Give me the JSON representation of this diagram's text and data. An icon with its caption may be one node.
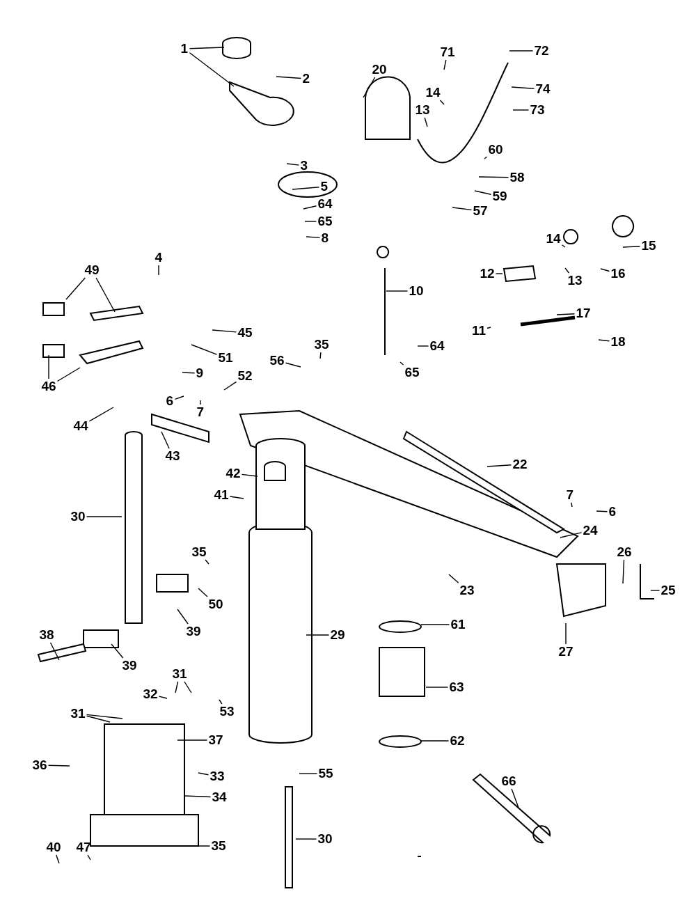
{
  "diagram": {
    "nodes": [
      {
        "text": [
          "1"
        ]
      },
      {
        "text": [
          "2"
        ]
      },
      {
        "text": [
          "20"
        ]
      },
      {
        "text": [
          "71"
        ]
      },
      {
        "text": [
          "72"
        ]
      },
      {
        "text": [
          "14"
        ]
      },
      {
        "text": [
          "74"
        ]
      },
      {
        "text": [
          "13"
        ]
      },
      {
        "text": [
          "73"
        ]
      },
      {
        "text": [
          "3"
        ]
      },
      {
        "text": [
          "5"
        ]
      },
      {
        "text": [
          "60"
        ]
      },
      {
        "text": [
          "58"
        ]
      },
      {
        "text": [
          "64"
        ]
      },
      {
        "text": [
          "59"
        ]
      },
      {
        "text": [
          "65"
        ]
      },
      {
        "text": [
          "8"
        ]
      },
      {
        "text": [
          "57"
        ]
      },
      {
        "text": [
          "4"
        ]
      },
      {
        "text": [
          "14"
        ]
      },
      {
        "text": [
          "15"
        ]
      },
      {
        "text": [
          "49"
        ]
      },
      {
        "text": [
          "10"
        ]
      },
      {
        "text": [
          "12"
        ]
      },
      {
        "text": [
          "13"
        ]
      },
      {
        "text": [
          "16"
        ]
      },
      {
        "text": [
          "17"
        ]
      },
      {
        "text": [
          "45"
        ]
      },
      {
        "text": [
          "11"
        ]
      },
      {
        "text": [
          "18"
        ]
      },
      {
        "text": [
          "35"
        ]
      },
      {
        "text": [
          "64"
        ]
      },
      {
        "text": [
          "51"
        ]
      },
      {
        "text": [
          "56"
        ]
      },
      {
        "text": [
          "46"
        ]
      },
      {
        "text": [
          "9"
        ]
      },
      {
        "text": [
          "65"
        ]
      },
      {
        "text": [
          "52"
        ]
      },
      {
        "text": [
          "6"
        ]
      },
      {
        "text": [
          "7"
        ]
      },
      {
        "text": [
          "44"
        ]
      },
      {
        "text": [
          "43"
        ]
      },
      {
        "text": [
          "22"
        ]
      },
      {
        "text": [
          "42"
        ]
      },
      {
        "text": [
          "41"
        ]
      },
      {
        "text": [
          "7"
        ]
      },
      {
        "text": [
          "6"
        ]
      },
      {
        "text": [
          "30"
        ]
      },
      {
        "text": [
          "24"
        ]
      },
      {
        "text": [
          "35"
        ]
      },
      {
        "text": [
          "26"
        ]
      },
      {
        "text": [
          "23"
        ]
      },
      {
        "text": [
          "25"
        ]
      },
      {
        "text": [
          "50"
        ]
      },
      {
        "text": [
          "39"
        ]
      },
      {
        "text": [
          "29"
        ]
      },
      {
        "text": [
          "27"
        ]
      },
      {
        "text": [
          "61"
        ]
      },
      {
        "text": [
          "38"
        ]
      },
      {
        "text": [
          "39"
        ]
      },
      {
        "text": [
          "31"
        ]
      },
      {
        "text": [
          "63"
        ]
      },
      {
        "text": [
          "32"
        ]
      },
      {
        "text": [
          "53"
        ]
      },
      {
        "text": [
          "31"
        ]
      },
      {
        "text": [
          "37"
        ]
      },
      {
        "text": [
          "62"
        ]
      },
      {
        "text": [
          "36"
        ]
      },
      {
        "text": [
          "55"
        ]
      },
      {
        "text": [
          "33"
        ]
      },
      {
        "text": [
          "66"
        ]
      },
      {
        "text": [
          "34"
        ]
      },
      {
        "text": [
          "35"
        ]
      },
      {
        "text": [
          "30"
        ]
      },
      {
        "text": [
          "40"
        ]
      },
      {
        "text": [
          "47"
        ]
      }
    ],
    "edges": [
      {
        "from": 0,
        "to": null,
        "arrow": "none"
      },
      {
        "from": 0,
        "to": null,
        "arrow": "none"
      },
      {
        "from": 1,
        "to": null,
        "arrow": "none"
      },
      {
        "from": 2,
        "to": null,
        "arrow": "none"
      },
      {
        "from": 3,
        "to": null,
        "arrow": "none"
      },
      {
        "from": 4,
        "to": null,
        "arrow": "none"
      },
      {
        "from": 5,
        "to": null,
        "arrow": "none"
      },
      {
        "from": 6,
        "to": null,
        "arrow": "none"
      },
      {
        "from": 7,
        "to": null,
        "arrow": "none"
      },
      {
        "from": 8,
        "to": null,
        "arrow": "none"
      },
      {
        "from": 9,
        "to": null,
        "arrow": "none"
      },
      {
        "from": 10,
        "to": null,
        "arrow": "none"
      },
      {
        "from": 11,
        "to": null,
        "arrow": "none"
      },
      {
        "from": 12,
        "to": null,
        "arrow": "none"
      },
      {
        "from": 13,
        "to": null,
        "arrow": "none"
      },
      {
        "from": 14,
        "to": null,
        "arrow": "none"
      },
      {
        "from": 15,
        "to": null,
        "arrow": "none"
      },
      {
        "from": 16,
        "to": null,
        "arrow": "none"
      },
      {
        "from": 17,
        "to": null,
        "arrow": "none"
      },
      {
        "from": 18,
        "to": null,
        "arrow": "none"
      },
      {
        "from": 19,
        "to": null,
        "arrow": "none"
      },
      {
        "from": 20,
        "to": null,
        "arrow": "none"
      },
      {
        "from": 21,
        "to": null,
        "arrow": "none"
      },
      {
        "from": 21,
        "to": null,
        "arrow": "none"
      },
      {
        "from": 22,
        "to": null,
        "arrow": "none"
      },
      {
        "from": 23,
        "to": null,
        "arrow": "none"
      },
      {
        "from": 24,
        "to": null,
        "arrow": "none"
      },
      {
        "from": 25,
        "to": null,
        "arrow": "none"
      },
      {
        "from": 26,
        "to": null,
        "arrow": "none"
      },
      {
        "from": 27,
        "to": null,
        "arrow": "none"
      },
      {
        "from": 28,
        "to": null,
        "arrow": "none"
      },
      {
        "from": 29,
        "to": null,
        "arrow": "none"
      },
      {
        "from": 30,
        "to": null,
        "arrow": "none"
      },
      {
        "from": 31,
        "to": null,
        "arrow": "none"
      },
      {
        "from": 32,
        "to": null,
        "arrow": "none"
      },
      {
        "from": 33,
        "to": null,
        "arrow": "none"
      },
      {
        "from": 34,
        "to": null,
        "arrow": "none"
      },
      {
        "from": 34,
        "to": null,
        "arrow": "none"
      },
      {
        "from": 35,
        "to": null,
        "arrow": "none"
      },
      {
        "from": 36,
        "to": null,
        "arrow": "none"
      },
      {
        "from": 37,
        "to": null,
        "arrow": "none"
      },
      {
        "from": 38,
        "to": null,
        "arrow": "none"
      },
      {
        "from": 39,
        "to": null,
        "arrow": "none"
      },
      {
        "from": 40,
        "to": null,
        "arrow": "none"
      },
      {
        "from": 41,
        "to": null,
        "arrow": "none"
      },
      {
        "from": 42,
        "to": null,
        "arrow": "none"
      },
      {
        "from": 43,
        "to": null,
        "arrow": "none"
      },
      {
        "from": 44,
        "to": null,
        "arrow": "none"
      },
      {
        "from": 45,
        "to": null,
        "arrow": "none"
      },
      {
        "from": 46,
        "to": null,
        "arrow": "none"
      },
      {
        "from": 47,
        "to": null,
        "arrow": "none"
      },
      {
        "from": 48,
        "to": null,
        "arrow": "none"
      },
      {
        "from": 49,
        "to": null,
        "arrow": "none"
      },
      {
        "from": 50,
        "to": null,
        "arrow": "none"
      },
      {
        "from": 51,
        "to": null,
        "arrow": "none"
      },
      {
        "from": 52,
        "to": null,
        "arrow": "none"
      },
      {
        "from": 53,
        "to": null,
        "arrow": "none"
      },
      {
        "from": 54,
        "to": null,
        "arrow": "none"
      },
      {
        "from": 55,
        "to": null,
        "arrow": "none"
      },
      {
        "from": 56,
        "to": null,
        "arrow": "none"
      },
      {
        "from": 57,
        "to": null,
        "arrow": "none"
      },
      {
        "from": 58,
        "to": null,
        "arrow": "none"
      },
      {
        "from": 59,
        "to": null,
        "arrow": "none"
      },
      {
        "from": 60,
        "to": null,
        "arrow": "none"
      },
      {
        "from": 60,
        "to": null,
        "arrow": "none"
      },
      {
        "from": 61,
        "to": null,
        "arrow": "none"
      },
      {
        "from": 62,
        "to": null,
        "arrow": "none"
      },
      {
        "from": 63,
        "to": null,
        "arrow": "none"
      },
      {
        "from": 64,
        "to": null,
        "arrow": "none"
      },
      {
        "from": 64,
        "to": null,
        "arrow": "none"
      },
      {
        "from": 65,
        "to": null,
        "arrow": "none"
      },
      {
        "from": 66,
        "to": null,
        "arrow": "none"
      },
      {
        "from": 67,
        "to": null,
        "arrow": "none"
      },
      {
        "from": 68,
        "to": null,
        "arrow": "none"
      },
      {
        "from": 69,
        "to": null,
        "arrow": "none"
      },
      {
        "from": 70,
        "to": null,
        "arrow": "none"
      },
      {
        "from": 71,
        "to": null,
        "arrow": "none"
      },
      {
        "from": 72,
        "to": null,
        "arrow": "none"
      },
      {
        "from": 73,
        "to": null,
        "arrow": "none"
      },
      {
        "from": 74,
        "to": null,
        "arrow": "none"
      },
      {
        "from": 75,
        "to": null,
        "arrow": "none"
      }
    ]
  }
}
